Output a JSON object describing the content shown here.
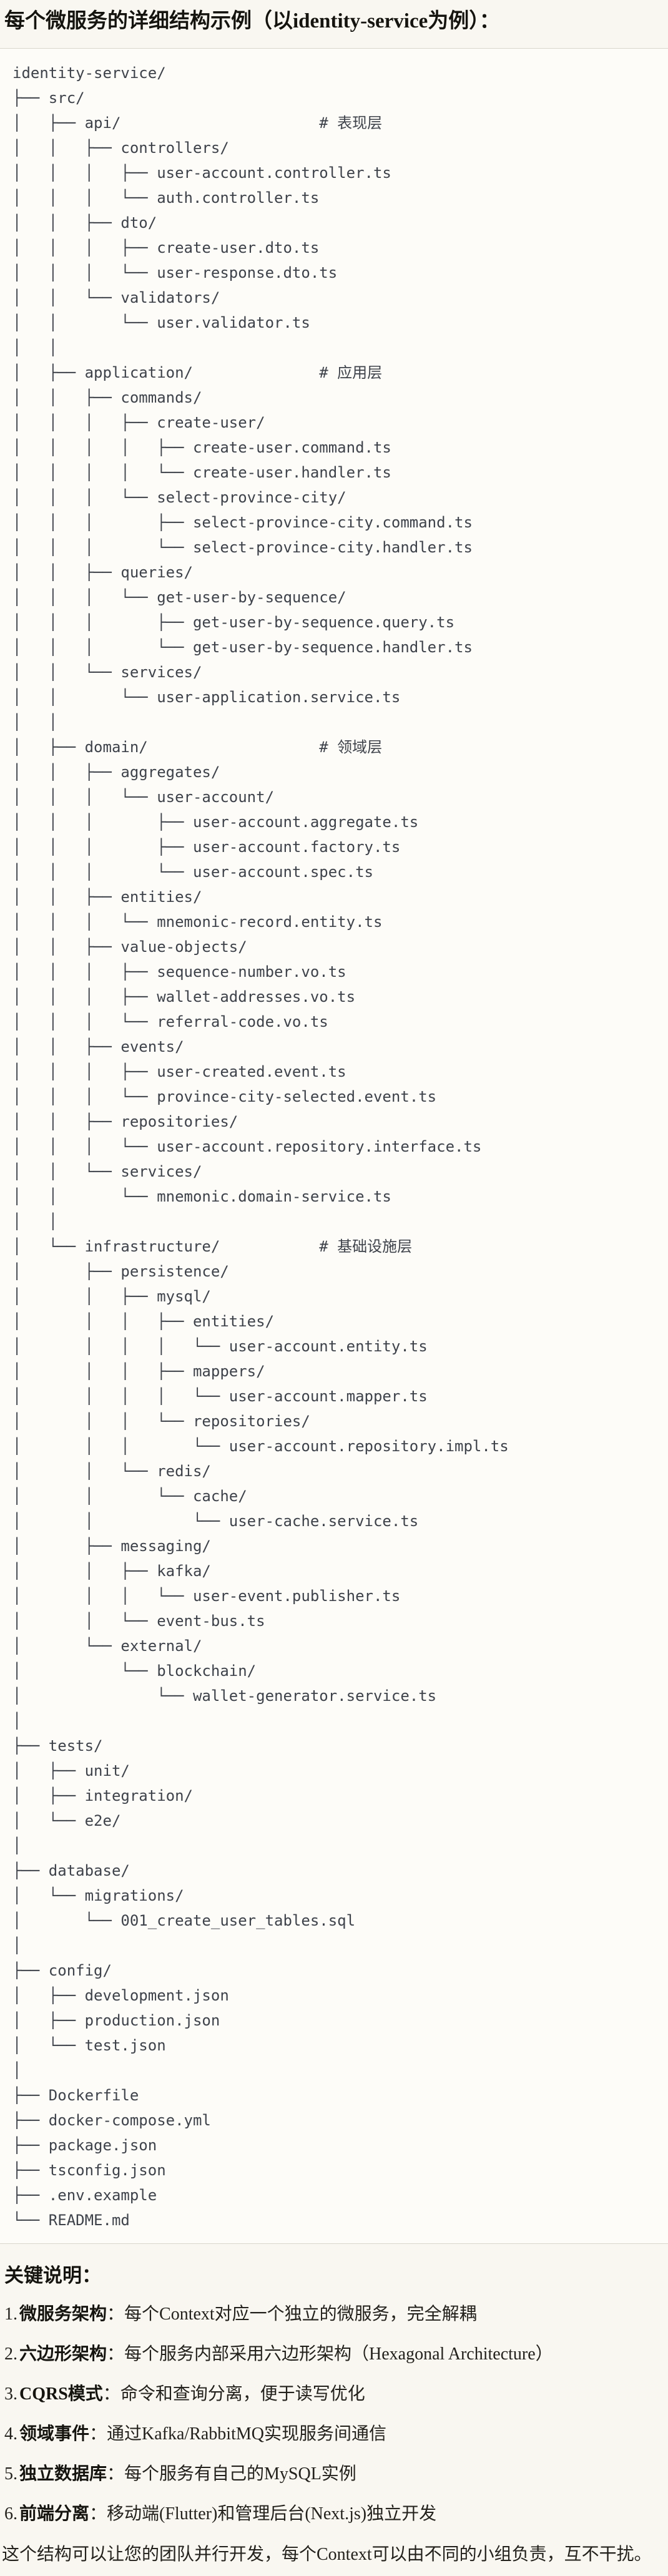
{
  "page": {
    "title": "每个微服务的详细结构示例（以identity-service为例）：",
    "colors": {
      "page_bg": "#f9f7f1",
      "code_bg": "#fdfcf8",
      "code_border": "#d9d6cc",
      "tree_text": "#3e424a",
      "heading_text": "#15140f"
    }
  },
  "tree": {
    "lines": [
      "identity-service/",
      "├── src/",
      "│   ├── api/                      # 表现层",
      "│   │   ├── controllers/",
      "│   │   │   ├── user-account.controller.ts",
      "│   │   │   └── auth.controller.ts",
      "│   │   ├── dto/",
      "│   │   │   ├── create-user.dto.ts",
      "│   │   │   └── user-response.dto.ts",
      "│   │   └── validators/",
      "│   │       └── user.validator.ts",
      "│   │",
      "│   ├── application/              # 应用层",
      "│   │   ├── commands/",
      "│   │   │   ├── create-user/",
      "│   │   │   │   ├── create-user.command.ts",
      "│   │   │   │   └── create-user.handler.ts",
      "│   │   │   └── select-province-city/",
      "│   │   │       ├── select-province-city.command.ts",
      "│   │   │       └── select-province-city.handler.ts",
      "│   │   ├── queries/",
      "│   │   │   └── get-user-by-sequence/",
      "│   │   │       ├── get-user-by-sequence.query.ts",
      "│   │   │       └── get-user-by-sequence.handler.ts",
      "│   │   └── services/",
      "│   │       └── user-application.service.ts",
      "│   │",
      "│   ├── domain/                   # 领域层",
      "│   │   ├── aggregates/",
      "│   │   │   └── user-account/",
      "│   │   │       ├── user-account.aggregate.ts",
      "│   │   │       ├── user-account.factory.ts",
      "│   │   │       └── user-account.spec.ts",
      "│   │   ├── entities/",
      "│   │   │   └── mnemonic-record.entity.ts",
      "│   │   ├── value-objects/",
      "│   │   │   ├── sequence-number.vo.ts",
      "│   │   │   ├── wallet-addresses.vo.ts",
      "│   │   │   └── referral-code.vo.ts",
      "│   │   ├── events/",
      "│   │   │   ├── user-created.event.ts",
      "│   │   │   └── province-city-selected.event.ts",
      "│   │   ├── repositories/",
      "│   │   │   └── user-account.repository.interface.ts",
      "│   │   └── services/",
      "│   │       └── mnemonic.domain-service.ts",
      "│   │",
      "│   └── infrastructure/           # 基础设施层",
      "│       ├── persistence/",
      "│       │   ├── mysql/",
      "│       │   │   ├── entities/",
      "│       │   │   │   └── user-account.entity.ts",
      "│       │   │   ├── mappers/",
      "│       │   │   │   └── user-account.mapper.ts",
      "│       │   │   └── repositories/",
      "│       │   │       └── user-account.repository.impl.ts",
      "│       │   └── redis/",
      "│       │       └── cache/",
      "│       │           └── user-cache.service.ts",
      "│       ├── messaging/",
      "│       │   ├── kafka/",
      "│       │   │   └── user-event.publisher.ts",
      "│       │   └── event-bus.ts",
      "│       └── external/",
      "│           └── blockchain/",
      "│               └── wallet-generator.service.ts",
      "│",
      "├── tests/",
      "│   ├── unit/",
      "│   ├── integration/",
      "│   └── e2e/",
      "│",
      "├── database/",
      "│   └── migrations/",
      "│       └── 001_create_user_tables.sql",
      "│",
      "├── config/",
      "│   ├── development.json",
      "│   ├── production.json",
      "│   └── test.json",
      "│",
      "├── Dockerfile",
      "├── docker-compose.yml",
      "├── package.json",
      "├── tsconfig.json",
      "├── .env.example",
      "└── README.md"
    ]
  },
  "notes": {
    "heading": "关键说明：",
    "items": [
      {
        "num": "1.",
        "label": "微服务架构",
        "text": "：每个Context对应一个独立的微服务，完全解耦"
      },
      {
        "num": "2.",
        "label": "六边形架构",
        "text": "：每个服务内部采用六边形架构（Hexagonal Architecture）"
      },
      {
        "num": "3.",
        "label": "CQRS模式",
        "text": "：命令和查询分离，便于读写优化"
      },
      {
        "num": "4.",
        "label": "领域事件",
        "text": "：通过Kafka/RabbitMQ实现服务间通信"
      },
      {
        "num": "5.",
        "label": "独立数据库",
        "text": "：每个服务有自己的MySQL实例"
      },
      {
        "num": "6.",
        "label": "前端分离",
        "text": "：移动端(Flutter)和管理后台(Next.js)独立开发"
      }
    ],
    "footer": "这个结构可以让您的团队并行开发，每个Context可以由不同的小组负责，互不干扰。"
  }
}
